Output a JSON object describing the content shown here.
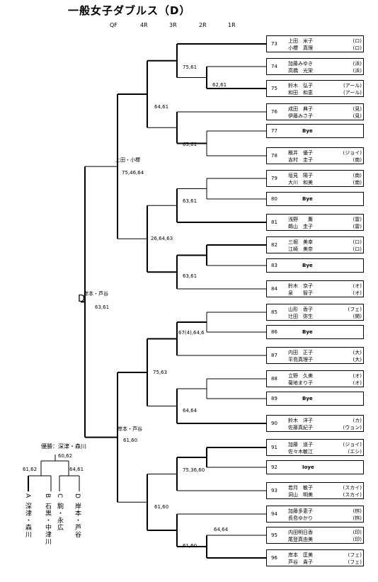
{
  "title": "一般女子ダブルス（D）",
  "rounds": [
    "QF",
    "4R",
    "3R",
    "2R",
    "1R"
  ],
  "entries": [
    {
      "no": "73",
      "bye": false,
      "p1": "上田　米子",
      "c1": "(ロ)",
      "p2": "小櫻　真理",
      "c2": "(ロ)"
    },
    {
      "no": "74",
      "bye": false,
      "p1": "加藤みゆき",
      "c1": "(浜)",
      "p2": "高橋　光栄",
      "c2": "(浜)"
    },
    {
      "no": "75",
      "bye": false,
      "p1": "鈴木　弘子",
      "c1": "(アール)",
      "p2": "和田　和恵",
      "c2": "(アール)"
    },
    {
      "no": "76",
      "bye": false,
      "p1": "成田　典子",
      "c1": "(見)",
      "p2": "伊藤みさ子",
      "c2": "(見)"
    },
    {
      "no": "77",
      "bye": true,
      "label": "Bye"
    },
    {
      "no": "78",
      "bye": false,
      "p1": "稚井　優子",
      "c1": "(ジョイ)",
      "p2": "吉村　圭子",
      "c2": "(南)"
    },
    {
      "no": "79",
      "bye": false,
      "p1": "垣見　陽子",
      "c1": "(南)",
      "p2": "大川　和美",
      "c2": "(南)"
    },
    {
      "no": "80",
      "bye": true,
      "label": "Bye"
    },
    {
      "no": "81",
      "bye": false,
      "p1": "浅野　　薫",
      "c1": "(雷)",
      "p2": "鵜山　圭子",
      "c2": "(雷)"
    },
    {
      "no": "82",
      "bye": false,
      "p1": "三堀　美幸",
      "c1": "(ロ)",
      "p2": "江崎　美奈",
      "c2": "(ロ)"
    },
    {
      "no": "83",
      "bye": true,
      "label": "Bye"
    },
    {
      "no": "84",
      "bye": false,
      "p1": "鈴木　京子",
      "c1": "(オ)",
      "p2": "泉　　智子",
      "c2": "(オ)"
    },
    {
      "no": "85",
      "bye": false,
      "p1": "山形　香子",
      "c1": "(フェ)",
      "p2": "辻田　弥生",
      "c2": "(関)"
    },
    {
      "no": "86",
      "bye": true,
      "label": "Bye"
    },
    {
      "no": "87",
      "bye": false,
      "p1": "内田　正子",
      "c1": "(大)",
      "p2": "平島真理子",
      "c2": "(大)"
    },
    {
      "no": "88",
      "bye": false,
      "p1": "立野　久美",
      "c1": "(オ)",
      "p2": "菊地まり子",
      "c2": "(オ)"
    },
    {
      "no": "89",
      "bye": true,
      "label": "Bye"
    },
    {
      "no": "90",
      "bye": false,
      "p1": "鈴木　洋子",
      "c1": "(カ)",
      "p2": "佐藤真紀子",
      "c2": "(ウョン)"
    },
    {
      "no": "91",
      "bye": false,
      "p1": "加藤　道子",
      "c1": "(ジョイ)",
      "p2": "佐々木敏江",
      "c2": "(エシ)"
    },
    {
      "no": "92",
      "bye": true,
      "label": "Ioye"
    },
    {
      "no": "93",
      "bye": false,
      "p1": "若月　敏子",
      "c1": "(スカイ)",
      "p2": "洞山　明美",
      "c2": "(スカイ)"
    },
    {
      "no": "94",
      "bye": false,
      "p1": "加藤多恵子",
      "c1": "(桝)",
      "p2": "長島ゆかり",
      "c2": "(桝)"
    },
    {
      "no": "95",
      "bye": false,
      "p1": "内田明日香",
      "c1": "(印)",
      "p2": "尾登真由美",
      "c2": "(印)"
    },
    {
      "no": "96",
      "bye": false,
      "p1": "岸本　匡美",
      "c1": "(フェ)",
      "p2": "芦谷　貴子",
      "c2": "(フェ)"
    }
  ],
  "scores": [
    "75,61",
    "62,61",
    "64,61",
    "63,61",
    "63,61",
    "26,64,63",
    "63,61",
    "67(4),64,6",
    "75,63",
    "64,64",
    "75,36,60",
    "64,64",
    "61,60",
    "61,60",
    "75,46,64",
    "63,61"
  ],
  "winners": [
    "上田・小櫻",
    "岸本・芦谷",
    "岸本・芦谷"
  ],
  "draw_letter": "D",
  "final": {
    "champion": "優勝：深津・森川",
    "score_top": "60,62",
    "score_left": "61,62",
    "score_right": "64,61",
    "finalists": [
      {
        "letter": "A",
        "name": "深津・森川"
      },
      {
        "letter": "B",
        "name": "石黒・中津川"
      },
      {
        "letter": "C",
        "name": "駒・永広"
      },
      {
        "letter": "D",
        "name": "岸本・芦谷"
      }
    ]
  }
}
